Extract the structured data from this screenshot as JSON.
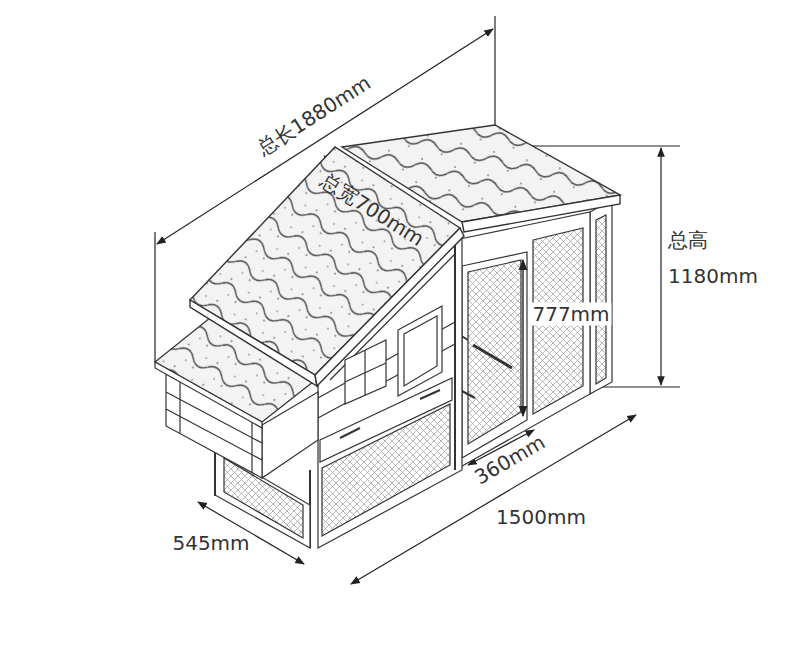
{
  "diagram": {
    "labels": [
      "总长1880mm",
      "总宽700mm",
      "总高 1180mm",
      "777mm",
      "360mm",
      "1500mm",
      "545mm"
    ]
  }
}
